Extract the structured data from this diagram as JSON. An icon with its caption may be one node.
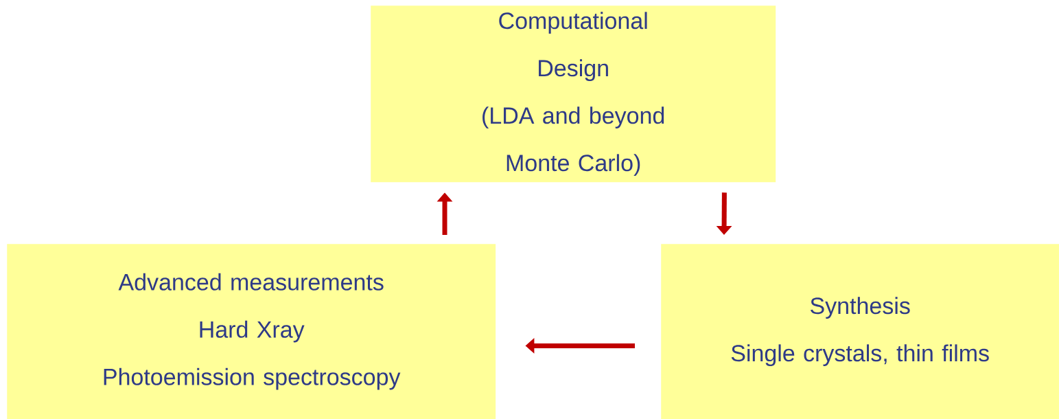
{
  "diagram": {
    "nodes": [
      {
        "text": [
          "Computational Design",
          "(LDA and beyond Monte Carlo)"
        ]
      },
      {
        "text": [
          "Advanced measurements",
          "Hard Xray",
          "Photoemission spectroscopy"
        ]
      },
      {
        "text": [
          "Synthesis",
          "Single crystals, thin films"
        ]
      }
    ],
    "edges": [
      {
        "from": 1,
        "to": 0,
        "arrow": "to"
      },
      {
        "from": 0,
        "to": 2,
        "arrow": "to"
      },
      {
        "from": 2,
        "to": 1,
        "arrow": "to"
      }
    ]
  }
}
